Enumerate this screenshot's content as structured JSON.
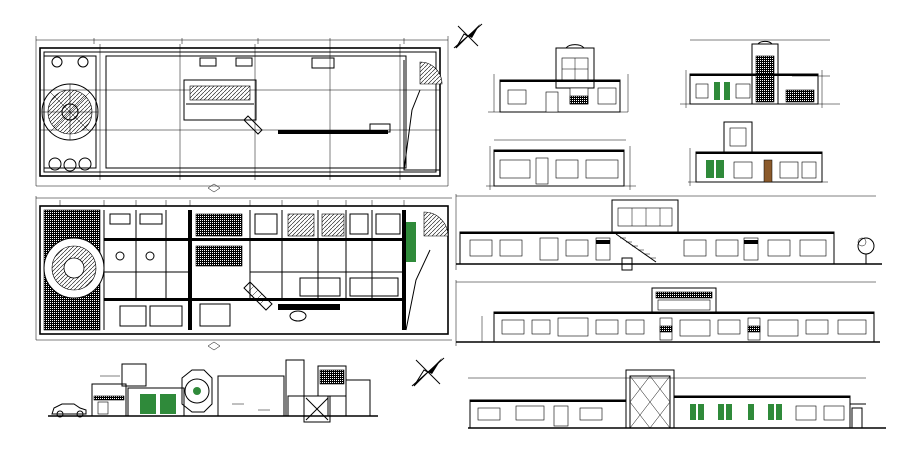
{
  "colors": {
    "line": "#000000",
    "background": "#ffffff",
    "glazing_green": "#2f8a3a"
  },
  "icons": {
    "north_arrow": "north-arrow-icon",
    "tree": "tree-icon",
    "car": "car-icon"
  },
  "drawing": {
    "views": [
      "roof-plan",
      "floor-plan",
      "section-a",
      "front-elevation-1",
      "front-elevation-2",
      "side-elevation-1",
      "side-elevation-2",
      "elevation-long-1",
      "elevation-long-2",
      "elevation-long-3",
      "elevation-entrance"
    ]
  }
}
